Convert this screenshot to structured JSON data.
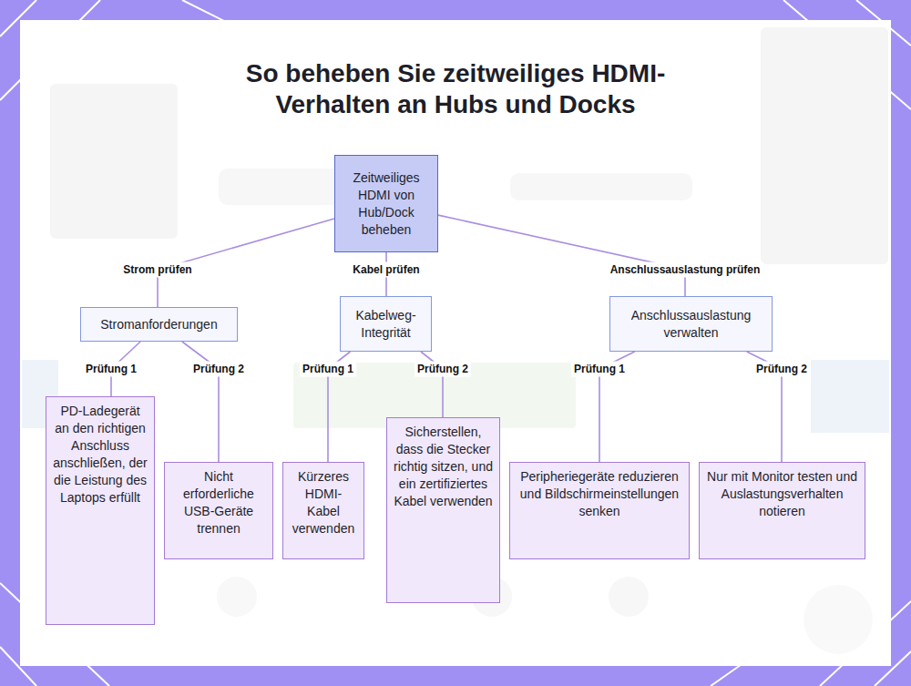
{
  "diagram": {
    "title": "So beheben Sie zeitweiliges HDMI-Verhalten an Hubs und Docks",
    "nodes": [
      {
        "text": [
          "Zeitweiliges HDMI von Hub/Dock beheben"
        ]
      },
      {
        "text": [
          "Stromanforderungen"
        ]
      },
      {
        "text": [
          "Kabelweg-Integrität"
        ]
      },
      {
        "text": [
          "Anschlussauslastung verwalten"
        ]
      },
      {
        "text": [
          "PD-Ladegerät an den richtigen Anschluss anschließen, der die Leistung des Laptops erfüllt"
        ]
      },
      {
        "text": [
          "Nicht erforderliche USB-Geräte trennen"
        ]
      },
      {
        "text": [
          "Kürzeres HDMI-Kabel verwenden"
        ]
      },
      {
        "text": [
          "Sicherstellen, dass die Stecker richtig sitzen, und ein zertifiziertes Kabel verwenden"
        ]
      },
      {
        "text": [
          "Peripheriegeräte reduzieren und Bildschirmeinstellungen senken"
        ]
      },
      {
        "text": [
          "Nur mit Monitor testen und Auslastungsverhalten notieren"
        ]
      }
    ],
    "edges": [
      {
        "from": 0,
        "to": 1,
        "label": "Strom prüfen",
        "arrow": "none"
      },
      {
        "from": 0,
        "to": 2,
        "label": "Kabel prüfen",
        "arrow": "none"
      },
      {
        "from": 0,
        "to": 3,
        "label": "Anschlussauslastung prüfen",
        "arrow": "none"
      },
      {
        "from": 1,
        "to": 4,
        "label": "Prüfung 1",
        "arrow": "none"
      },
      {
        "from": 1,
        "to": 5,
        "label": "Prüfung 2",
        "arrow": "none"
      },
      {
        "from": 2,
        "to": 6,
        "label": "Prüfung 1",
        "arrow": "none"
      },
      {
        "from": 2,
        "to": 7,
        "label": "Prüfung 2",
        "arrow": "none"
      },
      {
        "from": 3,
        "to": 8,
        "label": "Prüfung 1",
        "arrow": "none"
      },
      {
        "from": 3,
        "to": 9,
        "label": "Prüfung 2",
        "arrow": "none"
      }
    ]
  }
}
